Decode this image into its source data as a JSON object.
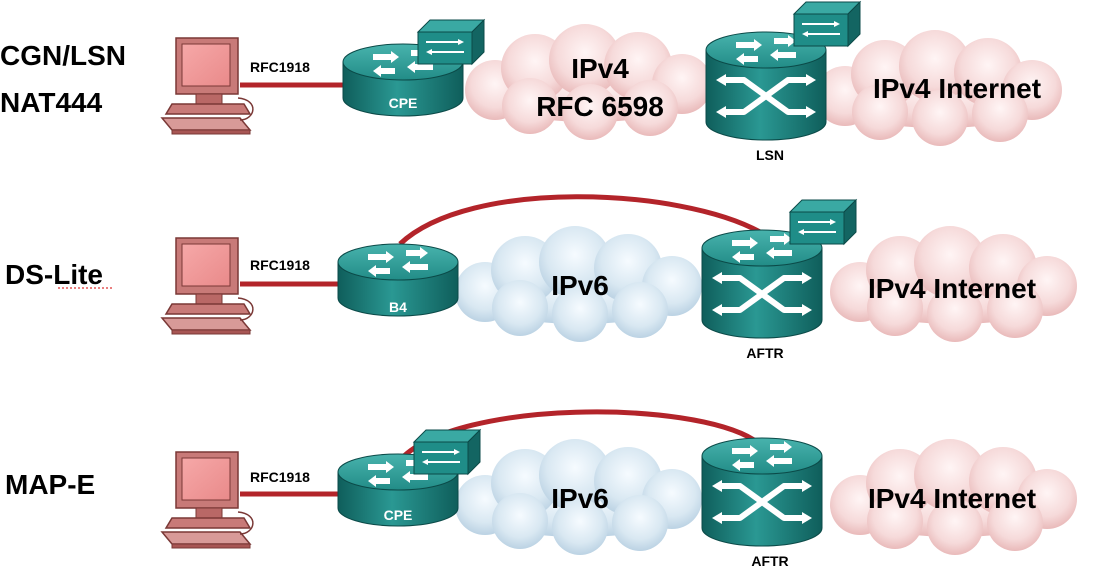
{
  "rows": [
    {
      "title_lines": [
        "CGN/LSN",
        "NAT444"
      ],
      "link_label": "RFC1918",
      "cpe_label": "CPE",
      "middle_cloud_lines": [
        "IPv4",
        "RFC 6598"
      ],
      "core_label": "LSN",
      "right_cloud": "IPv4 Internet"
    },
    {
      "title_lines": [
        "DS-Lite"
      ],
      "link_label": "RFC1918",
      "cpe_label": "B4",
      "middle_cloud_lines": [
        "IPv6"
      ],
      "core_label": "AFTR",
      "right_cloud": "IPv4 Internet"
    },
    {
      "title_lines": [
        "MAP-E"
      ],
      "link_label": "RFC1918",
      "cpe_label": "CPE",
      "middle_cloud_lines": [
        "IPv6"
      ],
      "core_label": "AFTR",
      "right_cloud": "IPv4 Internet"
    }
  ],
  "colors": {
    "link": "#b3242a",
    "router": "#1e8a86",
    "router_dark": "#136562",
    "cloud_ipv4": "#f2c8c8",
    "cloud_ipv6": "#c8dcea",
    "pc": "#c87a78"
  }
}
